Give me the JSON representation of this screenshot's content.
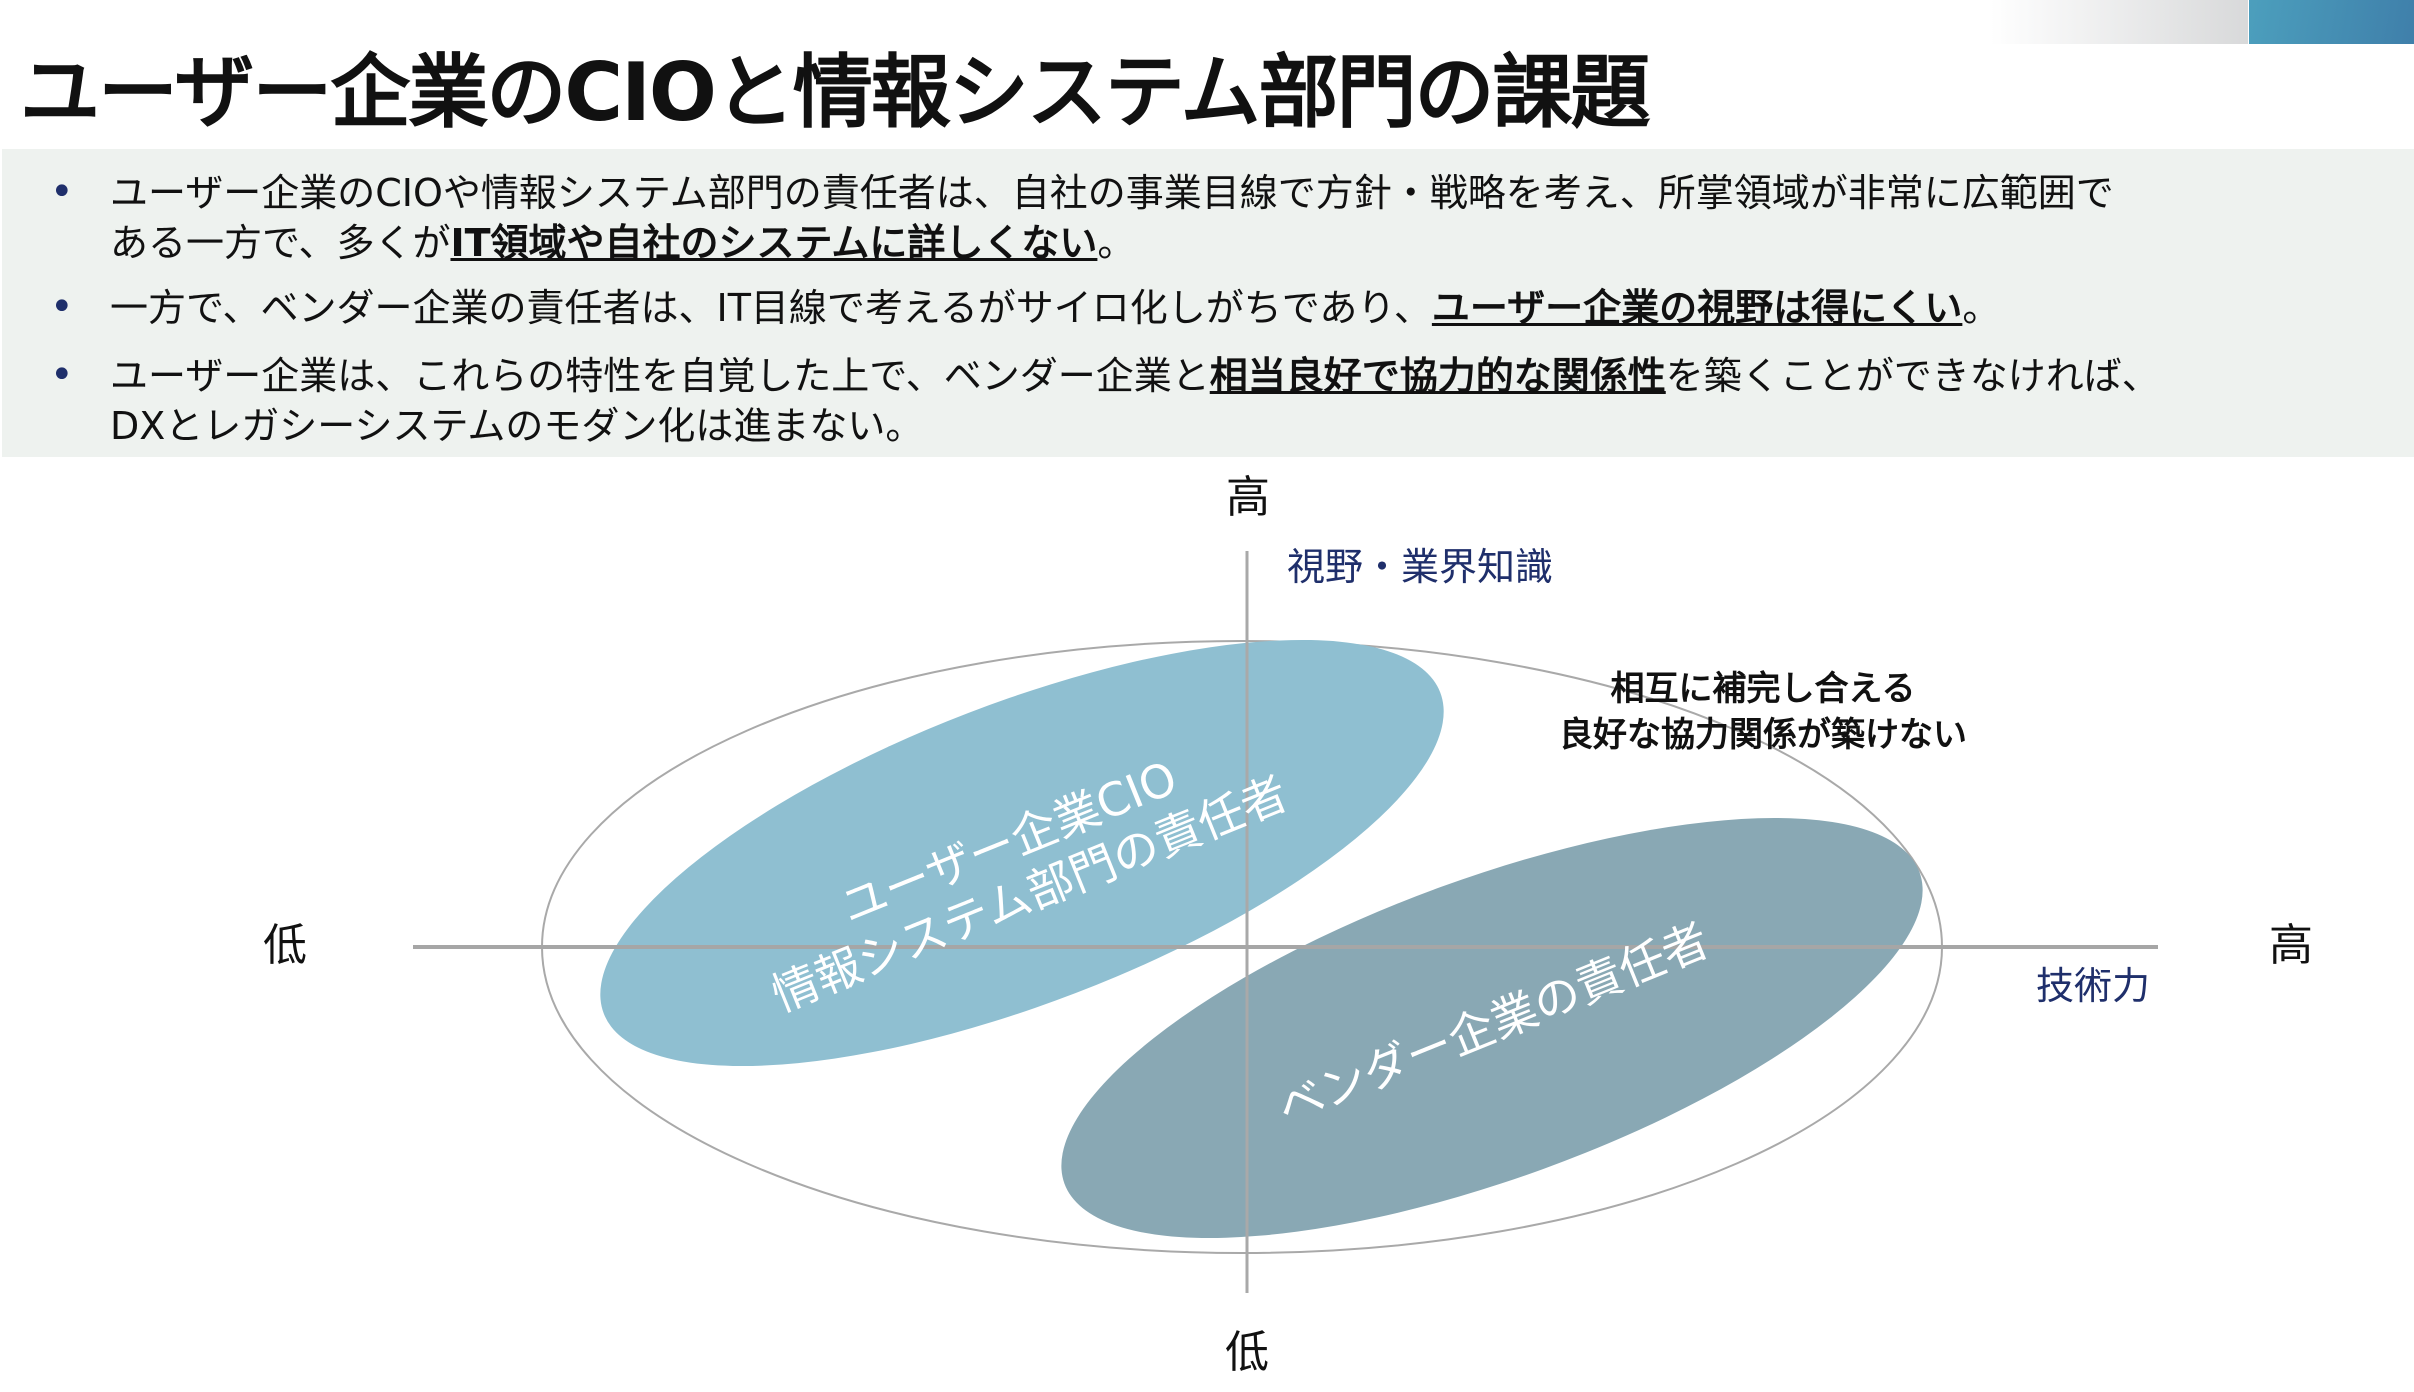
{
  "title": "ユーザー企業のCIOと情報システム部門の課題",
  "bullets": [
    {
      "pre": "ユーザー企業のCIOや情報システム部門の責任者は、自社の事業目線で方針・戦略を考え、所掌領域が非常に広範囲で",
      "pre2": "ある一方で、多くが",
      "bold": "IT領域や自社のシステムに詳しくない",
      "post": "。"
    },
    {
      "pre": "一方で、ベンダー企業の責任者は、IT目線で考えるがサイロ化しがちであり、",
      "bold": "ユーザー企業の視野は得にくい",
      "post": "。"
    },
    {
      "pre": "ユーザー企業は、これらの特性を自覚した上で、ベンダー企業と",
      "bold": "相当良好で協力的な関係性",
      "post": "を築くことができなければ、",
      "line2": "DXとレガシーシステムのモダン化は進まない。"
    }
  ],
  "diagram": {
    "y_high": "高",
    "y_low": "低",
    "x_low": "低",
    "x_high": "高",
    "y_axis_label": "視野・業界知識",
    "x_axis_label": "技術力",
    "note_line1": "相互に補完し合える",
    "note_line2": "良好な協力関係が築けない",
    "user_line1": "ユーザー企業CIO",
    "user_line2": "情報システム部門の責任者",
    "vendor": "ベンダー企業の責任者",
    "colors": {
      "user": "#8fbfd1",
      "vendor": "#89a8b4",
      "axis_label": "#1f2f6b"
    }
  }
}
